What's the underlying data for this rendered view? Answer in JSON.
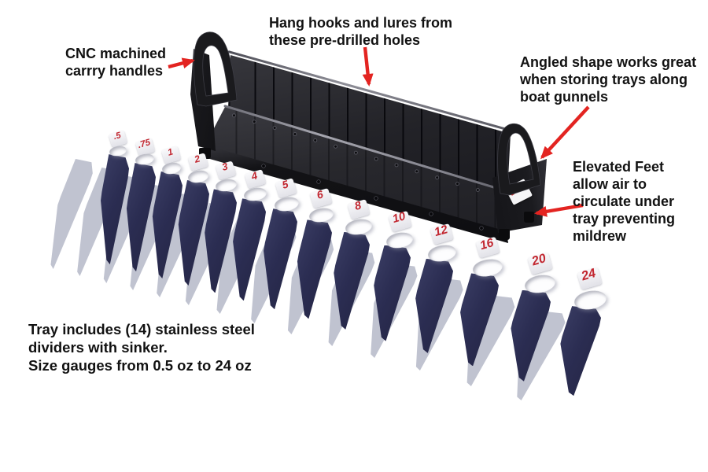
{
  "annotations": {
    "carry_handles": {
      "lines": [
        "CNC machined",
        "carrry handles"
      ]
    },
    "hang_hooks": {
      "lines": [
        "Hang hooks and lures from",
        "these pre-drilled holes"
      ]
    },
    "angled_shape": {
      "lines": [
        "Angled shape works great",
        "when storing trays along",
        "boat gunnels"
      ]
    },
    "elevated_feet": {
      "lines": [
        "Elevated Feet",
        "allow air to",
        "circulate under",
        "tray preventing",
        "mildrew"
      ]
    },
    "tray_includes": {
      "lines": [
        "Tray includes (14) stainless steel",
        "dividers with sinker.",
        "Size gauges from 0.5 oz to 24 oz"
      ]
    }
  },
  "dividers": {
    "count": 14,
    "unit": "oz",
    "gauge_labels": [
      ".5",
      ".75",
      "1",
      "2",
      "3",
      "4",
      "5",
      "6",
      "8",
      "10",
      "12",
      "16",
      "20",
      "24"
    ]
  },
  "colors": {
    "arrow_red": "#e32421",
    "gauge_number_red": "#c22730",
    "tray_black": "#1b1b1e",
    "divider_navy": "#2b2d52",
    "ring_gray": "#c7c7cf",
    "shadow_gray": "#a8acbe",
    "background": "#ffffff"
  }
}
